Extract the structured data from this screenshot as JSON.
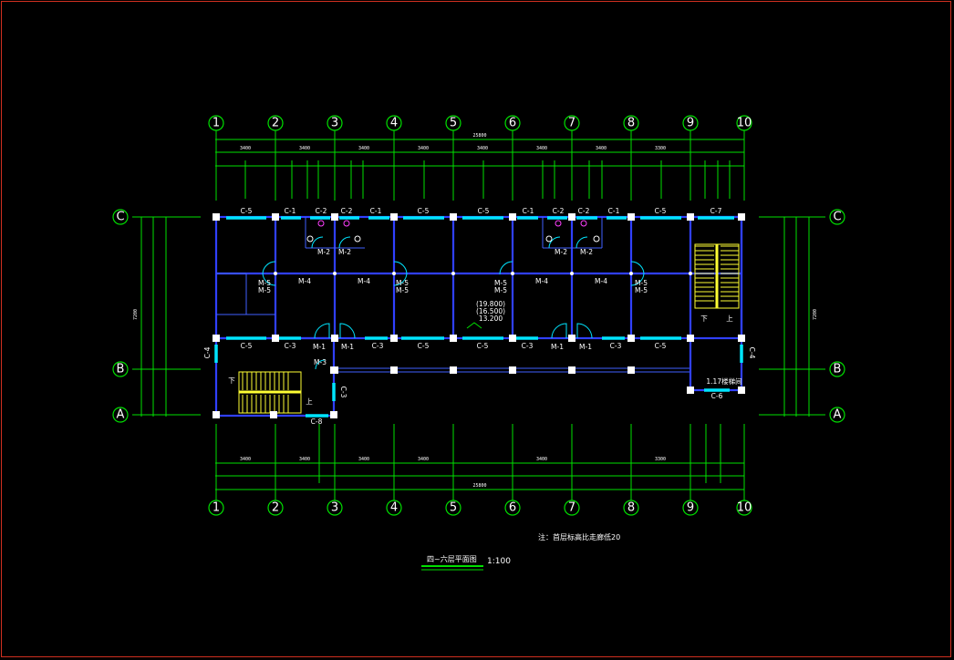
{
  "drawing": {
    "title": "四~六层平面图",
    "scale": "1:100",
    "note": "注：首层标高比走廊低20"
  },
  "axes": {
    "vertical": [
      "1",
      "2",
      "3",
      "4",
      "5",
      "6",
      "7",
      "8",
      "9",
      "10"
    ],
    "horizontal": [
      "C",
      "B",
      "A"
    ]
  },
  "dimensions": {
    "top_total": "25800",
    "top_bays": [
      "3400",
      "3400",
      "3400",
      "3400",
      "3400",
      "3400",
      "3400",
      "3300"
    ],
    "bottom_total": "25800",
    "bottom_bays": [
      "3400",
      "3400",
      "3400",
      "3400",
      "3400",
      "3300"
    ],
    "left_overall": "7200",
    "right_overall": "7200"
  },
  "windows": {
    "top": [
      "C-5",
      "C-1",
      "C-2",
      "C-2",
      "C-1",
      "C-5",
      "C-5",
      "C-1",
      "C-2",
      "C-2",
      "C-1",
      "C-5",
      "C-7"
    ],
    "bottom": [
      "C-5",
      "C-3",
      "C-3",
      "C-5",
      "C-5",
      "C-3",
      "C-3",
      "C-5"
    ],
    "side_left": "C-4",
    "side_right": "C-4",
    "stair_left": "C-8",
    "stair_right": "C-6",
    "stair_c3": "C-3"
  },
  "doors": {
    "upper_m2": [
      "M-2",
      "M-2",
      "M-2",
      "M-2"
    ],
    "upper_m4": [
      "M-4",
      "M-4",
      "M-4",
      "M-4"
    ],
    "m5_pairs": [
      "M-5",
      "M-5",
      "M-5",
      "M-5"
    ],
    "m1": [
      "M-1",
      "M-1",
      "M-1",
      "M-1"
    ],
    "m3": "M-3"
  },
  "elevations": {
    "e1": "(19.800)",
    "e2": "(16.500)",
    "e3": "13.200"
  },
  "stair_labels": {
    "up": "上",
    "down": "下",
    "landing": "1.17楼梯间"
  }
}
